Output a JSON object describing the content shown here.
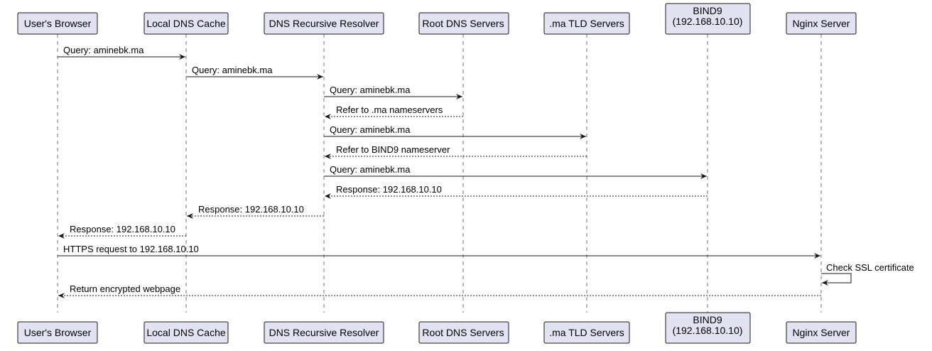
{
  "participants": [
    {
      "id": "browser",
      "lines": [
        "User's Browser"
      ]
    },
    {
      "id": "cache",
      "lines": [
        "Local DNS Cache"
      ]
    },
    {
      "id": "resolver",
      "lines": [
        "DNS Recursive Resolver"
      ]
    },
    {
      "id": "root",
      "lines": [
        "Root DNS Servers"
      ]
    },
    {
      "id": "tld",
      "lines": [
        ".ma TLD Servers"
      ]
    },
    {
      "id": "bind9",
      "lines": [
        "BIND9",
        "(192.168.10.10)"
      ]
    },
    {
      "id": "nginx",
      "lines": [
        "Nginx Server"
      ]
    }
  ],
  "messages": [
    {
      "from": "browser",
      "to": "cache",
      "label": "Query: aminebk.ma",
      "style": "solid"
    },
    {
      "from": "cache",
      "to": "resolver",
      "label": "Query: aminebk.ma",
      "style": "solid"
    },
    {
      "from": "resolver",
      "to": "root",
      "label": "Query: aminebk.ma",
      "style": "solid"
    },
    {
      "from": "root",
      "to": "resolver",
      "label": "Refer to .ma nameservers",
      "style": "dotted"
    },
    {
      "from": "resolver",
      "to": "tld",
      "label": "Query: aminebk.ma",
      "style": "solid"
    },
    {
      "from": "tld",
      "to": "resolver",
      "label": "Refer to BIND9 nameserver",
      "style": "dotted"
    },
    {
      "from": "resolver",
      "to": "bind9",
      "label": "Query: aminebk.ma",
      "style": "solid"
    },
    {
      "from": "bind9",
      "to": "resolver",
      "label": "Response: 192.168.10.10",
      "style": "dotted"
    },
    {
      "from": "resolver",
      "to": "cache",
      "label": "Response: 192.168.10.10",
      "style": "dotted"
    },
    {
      "from": "cache",
      "to": "browser",
      "label": "Response: 192.168.10.10",
      "style": "dotted"
    },
    {
      "from": "browser",
      "to": "nginx",
      "label": "HTTPS request to 192.168.10.10",
      "style": "solid"
    },
    {
      "from": "nginx",
      "to": "nginx",
      "label": "Check SSL certificate",
      "style": "solid"
    },
    {
      "from": "nginx",
      "to": "browser",
      "label": "Return encrypted webpage",
      "style": "dotted"
    }
  ]
}
